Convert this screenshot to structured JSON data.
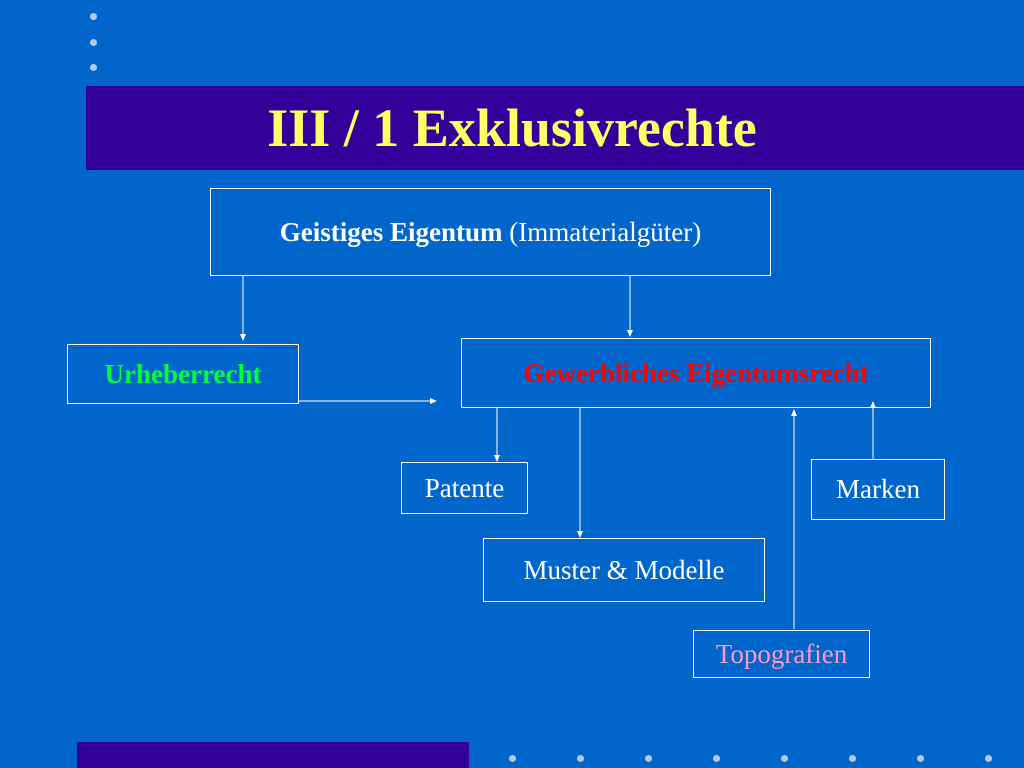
{
  "title": "III / 1 Exklusivrechte",
  "nodes": {
    "root": {
      "bold": "Geistiges Eigentum",
      "regular": "(Immaterialgüter)"
    },
    "urheberrecht": "Urheberrecht",
    "gewerblich": "Gewerbliches Eigentumsrecht",
    "patente": "Patente",
    "marken": "Marken",
    "muster": "Muster & Modelle",
    "topografien": "Topografien"
  },
  "colors": {
    "background": "#0066cc",
    "band": "#330099",
    "title": "#ffff66",
    "urheberrecht": "#00ff33",
    "gewerblich": "#ff0000",
    "topografien": "#ff99cc"
  }
}
